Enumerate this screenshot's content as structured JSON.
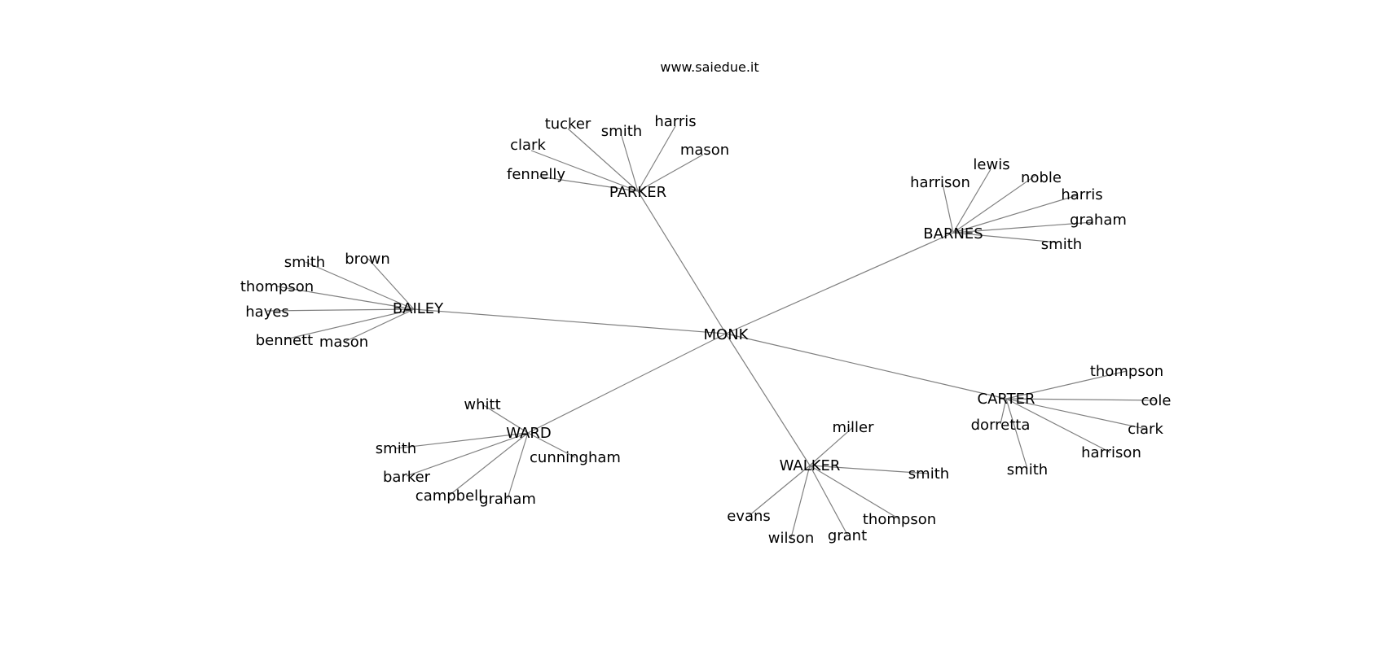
{
  "header": {
    "site": "www.saiedue.it"
  },
  "colors": {
    "edge": "#808080",
    "text": "#000000",
    "background": "#ffffff"
  },
  "tree": {
    "root": "MONK",
    "groups": [
      {
        "id": "parker",
        "name": "PARKER",
        "members": [
          "tucker",
          "smith",
          "harris",
          "clark",
          "mason",
          "fennelly"
        ]
      },
      {
        "id": "barnes",
        "name": "BARNES",
        "members": [
          "lewis",
          "harrison",
          "noble",
          "harris",
          "graham",
          "smith"
        ]
      },
      {
        "id": "bailey",
        "name": "BAILEY",
        "members": [
          "smith",
          "brown",
          "thompson",
          "hayes",
          "bennett",
          "mason"
        ]
      },
      {
        "id": "carter",
        "name": "CARTER",
        "members": [
          "thompson",
          "cole",
          "dorretta",
          "clark",
          "harrison",
          "smith"
        ]
      },
      {
        "id": "ward",
        "name": "WARD",
        "members": [
          "whitt",
          "smith",
          "cunningham",
          "barker",
          "campbell",
          "graham"
        ]
      },
      {
        "id": "walker",
        "name": "WALKER",
        "members": [
          "miller",
          "smith",
          "evans",
          "thompson",
          "wilson",
          "grant"
        ]
      }
    ]
  }
}
